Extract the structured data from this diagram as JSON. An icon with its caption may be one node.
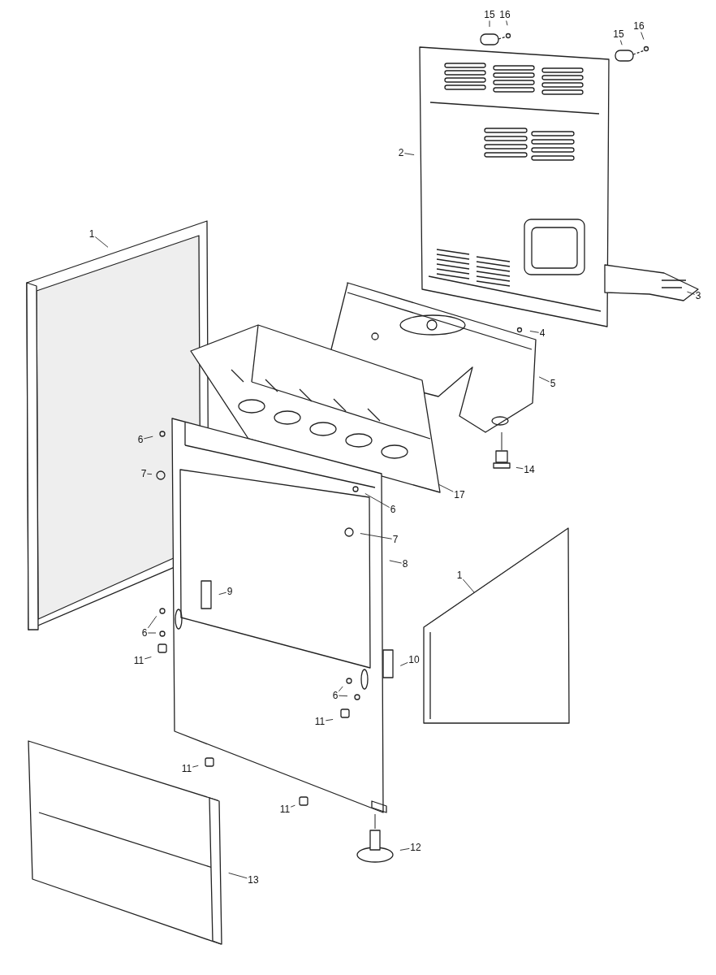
{
  "diagram": {
    "nodes": [
      {
        "text": [
          "15"
        ]
      },
      {
        "text": [
          "16"
        ]
      },
      {
        "text": [
          "15"
        ]
      },
      {
        "text": [
          "16"
        ]
      },
      {
        "text": [
          "2"
        ]
      },
      {
        "text": [
          "1"
        ]
      },
      {
        "text": [
          "3"
        ]
      },
      {
        "text": [
          "4"
        ]
      },
      {
        "text": [
          "5"
        ]
      },
      {
        "text": [
          "6"
        ]
      },
      {
        "text": [
          "14"
        ]
      },
      {
        "text": [
          "7"
        ]
      },
      {
        "text": [
          "17"
        ]
      },
      {
        "text": [
          "6"
        ]
      },
      {
        "text": [
          "7"
        ]
      },
      {
        "text": [
          "8"
        ]
      },
      {
        "text": [
          "9"
        ]
      },
      {
        "text": [
          "1"
        ]
      },
      {
        "text": [
          "6"
        ]
      },
      {
        "text": [
          "11"
        ]
      },
      {
        "text": [
          "10"
        ]
      },
      {
        "text": [
          "6"
        ]
      },
      {
        "text": [
          "11"
        ]
      },
      {
        "text": [
          "11"
        ]
      },
      {
        "text": [
          "11"
        ]
      },
      {
        "text": [
          "12"
        ]
      },
      {
        "text": [
          "13"
        ]
      }
    ],
    "edges": [
      {
        "from": 0,
        "to": null,
        "arrow": "none"
      },
      {
        "from": 1,
        "to": null,
        "arrow": "none"
      },
      {
        "from": 2,
        "to": null,
        "arrow": "none"
      },
      {
        "from": 3,
        "to": null,
        "arrow": "none"
      },
      {
        "from": 4,
        "to": null,
        "arrow": "none"
      },
      {
        "from": 5,
        "to": null,
        "arrow": "none"
      },
      {
        "from": 6,
        "to": null,
        "arrow": "none"
      },
      {
        "from": 7,
        "to": null,
        "arrow": "none"
      },
      {
        "from": 8,
        "to": null,
        "arrow": "none"
      },
      {
        "from": 9,
        "to": null,
        "arrow": "none"
      },
      {
        "from": 10,
        "to": null,
        "arrow": "none"
      },
      {
        "from": 11,
        "to": null,
        "arrow": "none"
      },
      {
        "from": 12,
        "to": null,
        "arrow": "none"
      },
      {
        "from": 13,
        "to": null,
        "arrow": "none"
      },
      {
        "from": 14,
        "to": null,
        "arrow": "none"
      },
      {
        "from": 15,
        "to": null,
        "arrow": "none"
      },
      {
        "from": 16,
        "to": null,
        "arrow": "none"
      },
      {
        "from": 17,
        "to": null,
        "arrow": "none"
      },
      {
        "from": 18,
        "to": null,
        "arrow": "none"
      },
      {
        "from": 18,
        "to": null,
        "arrow": "none"
      },
      {
        "from": 19,
        "to": null,
        "arrow": "none"
      },
      {
        "from": 20,
        "to": null,
        "arrow": "none"
      },
      {
        "from": 21,
        "to": null,
        "arrow": "none"
      },
      {
        "from": 21,
        "to": null,
        "arrow": "none"
      },
      {
        "from": 22,
        "to": null,
        "arrow": "none"
      },
      {
        "from": 23,
        "to": null,
        "arrow": "none"
      },
      {
        "from": 24,
        "to": null,
        "arrow": "none"
      },
      {
        "from": 25,
        "to": null,
        "arrow": "none"
      },
      {
        "from": 26,
        "to": null,
        "arrow": "none"
      }
    ]
  }
}
